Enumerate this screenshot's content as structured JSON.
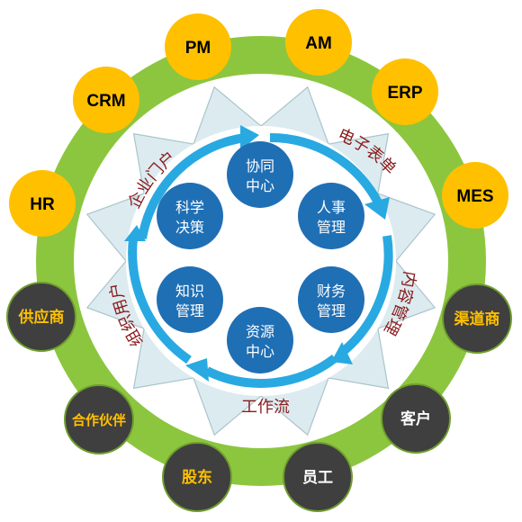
{
  "colors": {
    "outer_ring": "#8cc63f",
    "star": "#dcebf0",
    "service_circle": "#ffc000",
    "partner_circle": "#3f3f3f",
    "module_circle": "#1f6fb5",
    "cycle_arrow": "#29a9e1",
    "ring_text": "#8b1a1a"
  },
  "services": [
    {
      "label": "PM"
    },
    {
      "label": "AM"
    },
    {
      "label": "CRM"
    },
    {
      "label": "ERP"
    },
    {
      "label": "HR"
    },
    {
      "label": "MES"
    }
  ],
  "partners": [
    {
      "label": "供应商"
    },
    {
      "label": "渠道商"
    },
    {
      "label": "合作伙伴"
    },
    {
      "label": "客户"
    },
    {
      "label": "股东"
    },
    {
      "label": "员工"
    }
  ],
  "modules": [
    {
      "line1": "协同",
      "line2": "中心"
    },
    {
      "line1": "人事",
      "line2": "管理"
    },
    {
      "line1": "财务",
      "line2": "管理"
    },
    {
      "line1": "资源",
      "line2": "中心"
    },
    {
      "line1": "知识",
      "line2": "管理"
    },
    {
      "line1": "科学",
      "line2": "决策"
    }
  ],
  "ring_labels": {
    "portal": "企业门户",
    "forms": "电子表单",
    "content": "内容管理",
    "workflow": "工作流",
    "org": "组织用户"
  }
}
